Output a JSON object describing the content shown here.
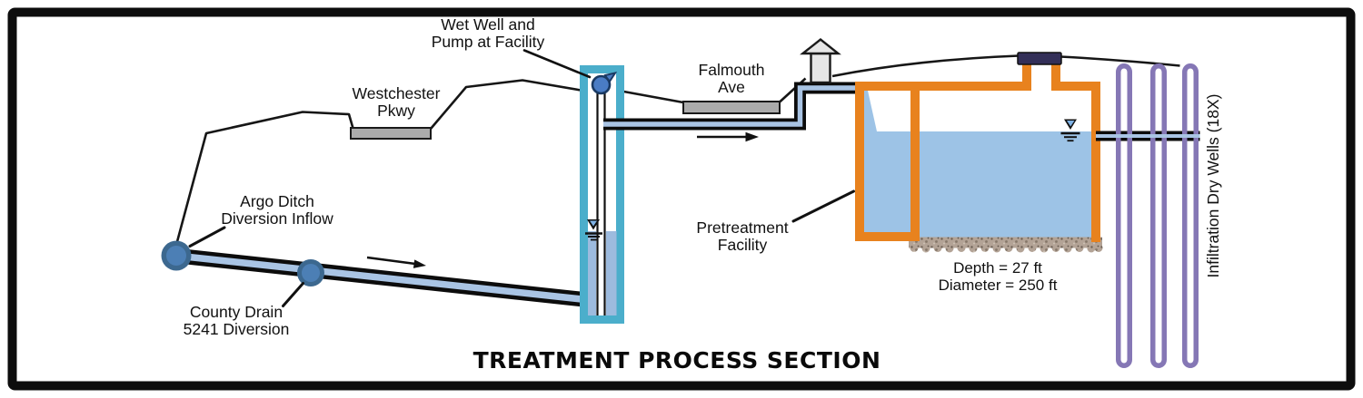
{
  "diagram_title": "TREATMENT PROCESS SECTION",
  "labels": {
    "wet_well": "Wet Well and\nPump at Facility",
    "westchester": "Westchester\nPkwy",
    "falmouth": "Falmouth\nAve",
    "argo": "Argo Ditch\nDiversion Inflow",
    "county_drain": "County Drain\n5241 Diversion",
    "pretreatment": "Pretreatment\nFacility",
    "tank_depth": "Depth = 27 ft",
    "tank_diameter": "Diameter = 250 ft",
    "dry_wells": "Infiltration Dry Wells (18X)"
  },
  "colors": {
    "tank_orange": "#E8821E",
    "well_cyan": "#4BAECB",
    "dry_well_purple": "#8577B5",
    "tank_water_blue": "#9DC3E6",
    "well_water_blue": "#9DBBDE",
    "pipe_water_blue": "#A9C4E4",
    "pump_blue": "#4A7CC4",
    "node_ring_blue": "#3C688F",
    "node_core_blue": "#4C7FB5",
    "riser_cap_navy": "#332F58",
    "road_gray": "#ABABAB",
    "vent_gray": "#E6E6E6",
    "gravel_tan": "#B3A396",
    "line_black": "#161616"
  }
}
